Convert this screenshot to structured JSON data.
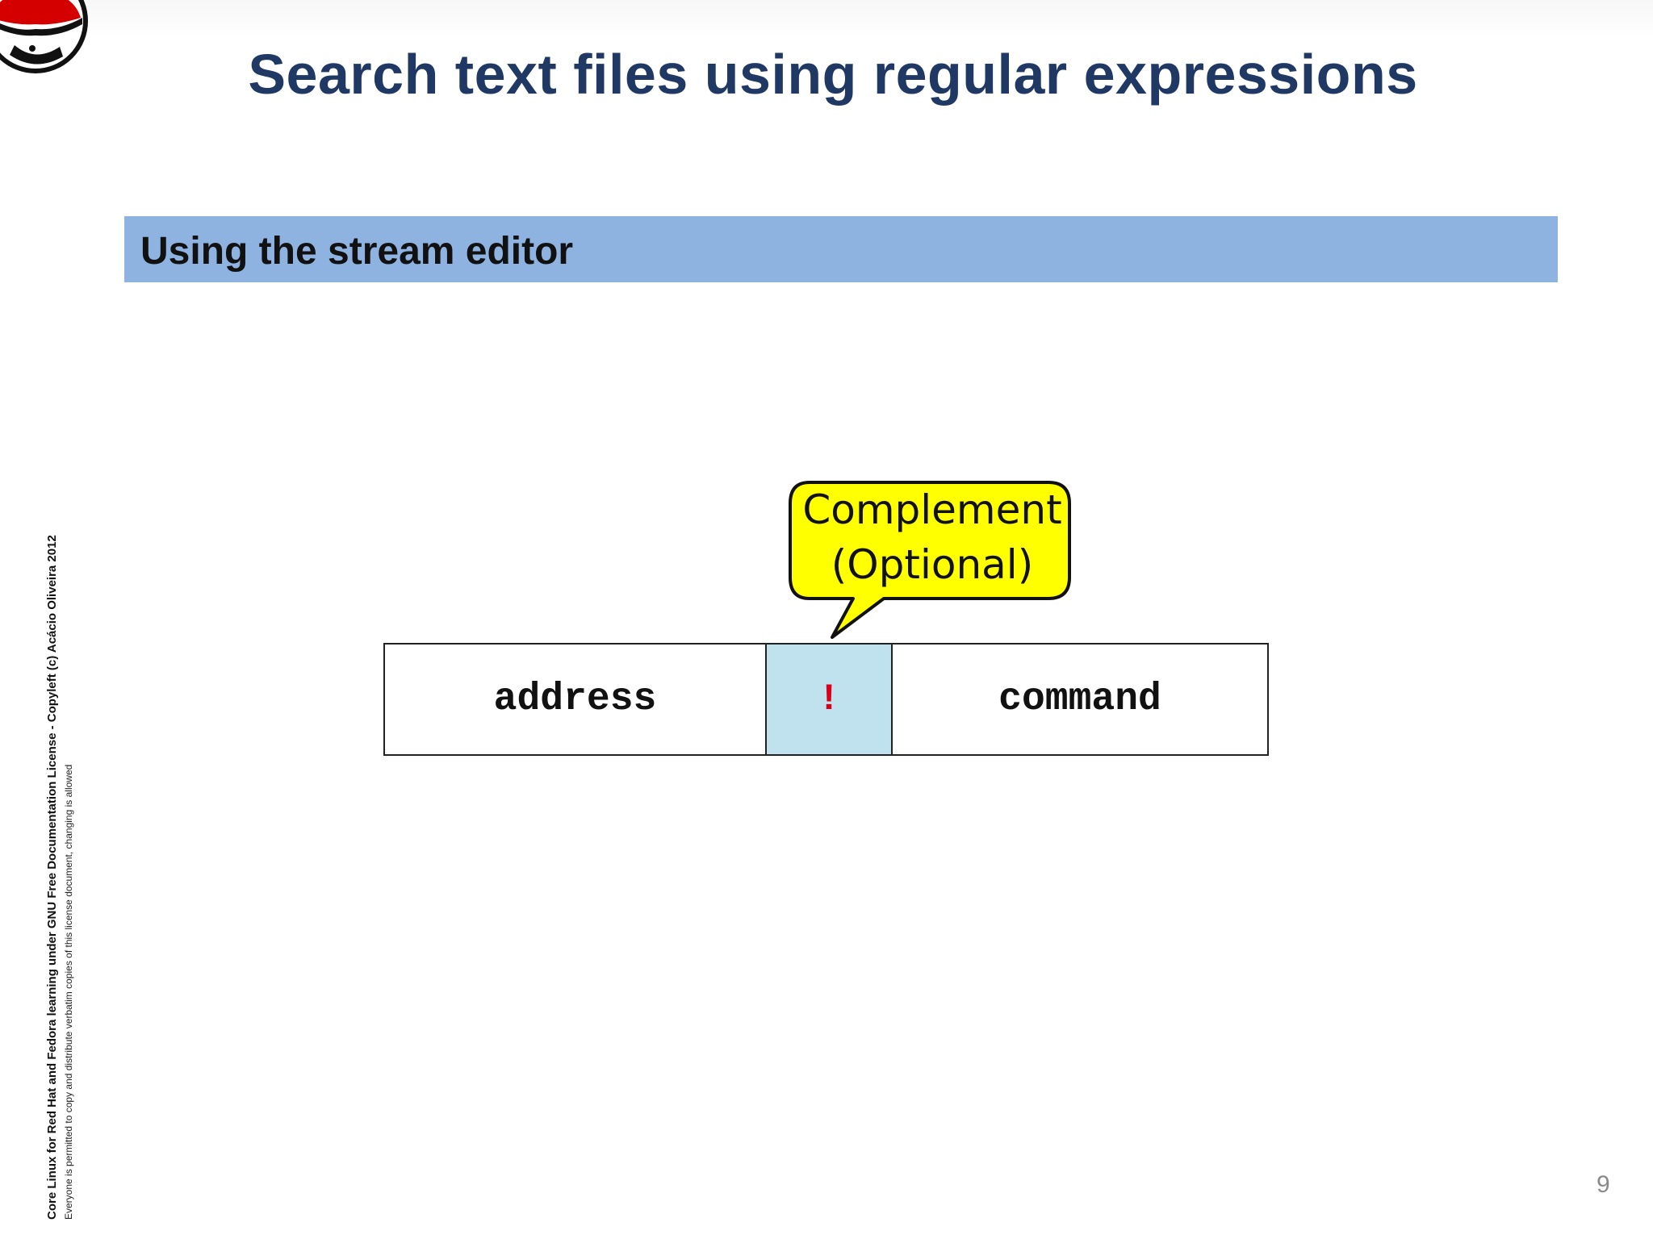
{
  "slide": {
    "title": "Search text files using regular expressions",
    "section_title": "Using the stream editor",
    "page_number": "9"
  },
  "diagram": {
    "address_label": "address",
    "complement_symbol": "!",
    "command_label": "command",
    "callout_line1": "Complement",
    "callout_line2": "(Optional)",
    "callout_color": "#ffff00",
    "complement_cell_color": "#c0e2ee"
  },
  "footer": {
    "license_line": "Core Linux for Red Hat and Fedora learning under GNU Free Documentation License  - Copyleft (c) Acácio Oliveira 2012",
    "permission_line": "Everyone is permitted to copy and distribute verbatim copies of this license document, changing is allowed"
  },
  "colors": {
    "title": "#1f3864",
    "section_bar": "#8eb3e1"
  }
}
